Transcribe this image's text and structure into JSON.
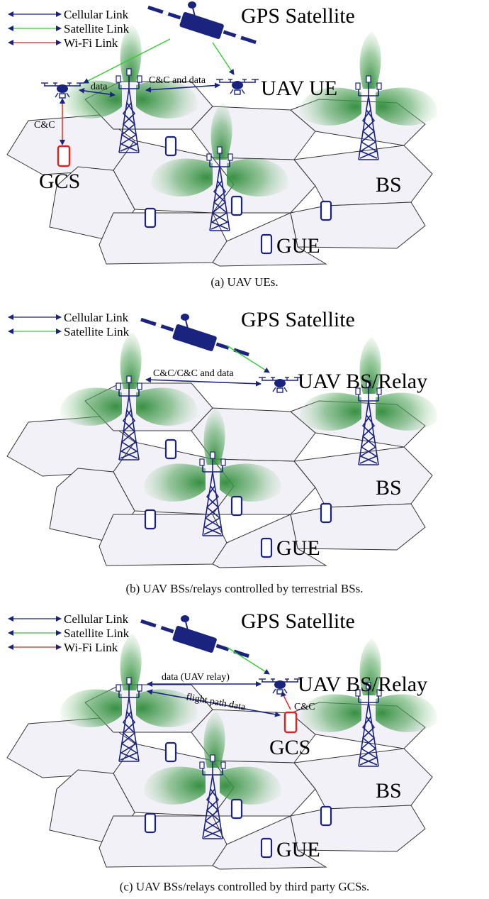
{
  "legend": {
    "cellular": "Cellular Link",
    "satellite": "Satellite Link",
    "wifi": "Wi-Fi Link"
  },
  "labels": {
    "gps_satellite": "GPS Satellite",
    "uav_ue": "UAV UE",
    "uav_bs_relay": "UAV BS/Relay",
    "gcs": "GCS",
    "bs": "BS",
    "gue": "GUE"
  },
  "links": {
    "data": "data",
    "cc": "C&C",
    "cc_and_data": "C&C and data",
    "cc_or_cc_and_data": "C&C/C&C and data",
    "data_uav_relay": "data (UAV relay)",
    "flight_path_data": "flight path data"
  },
  "captions": {
    "a": "(a) UAV UEs.",
    "b": "(b) UAV BSs/relays controlled by terrestrial BSs.",
    "c": "(c) UAV BSs/relays controlled by third party GCSs."
  },
  "colors": {
    "cellular": "#1a237e",
    "satellite": "#33cc33",
    "wifi": "#dd2222",
    "gcs_device": "#dd2222",
    "tower": "#1a237e",
    "hex_fill": "#f3f1f8",
    "antenna_beam": "#2e8b3a"
  }
}
